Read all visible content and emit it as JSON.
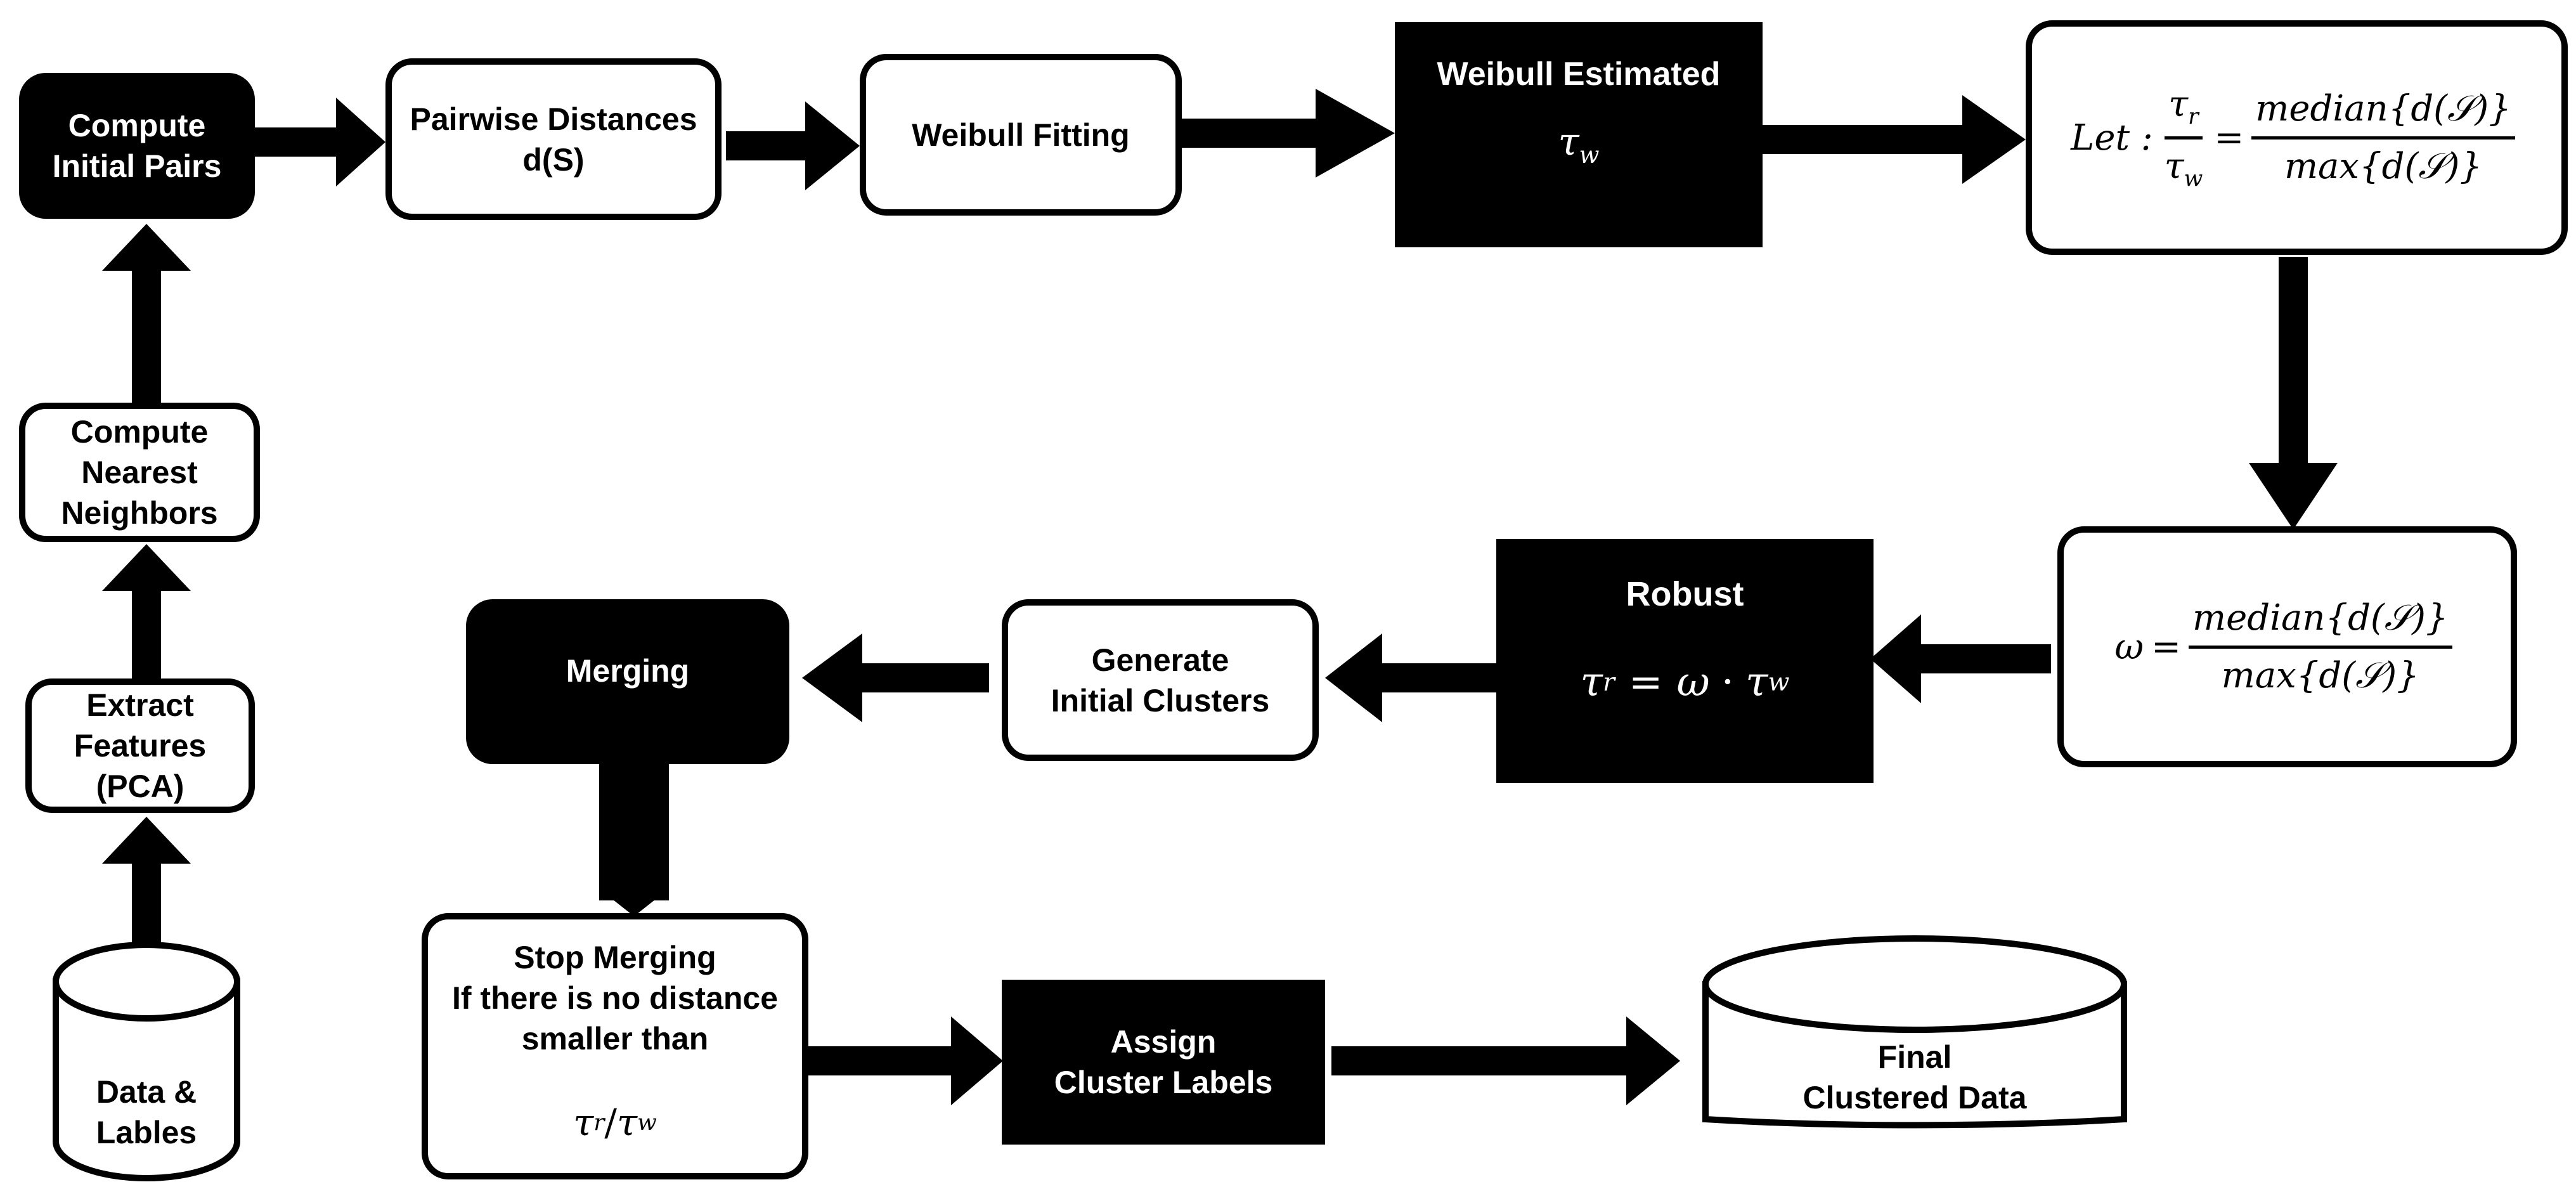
{
  "nodes": {
    "data_lables": "Data &\nLables",
    "extract_features": "Extract\nFeatures\n(PCA)",
    "compute_neighbors": "Compute\nNearest\nNeighbors",
    "compute_pairs": "Compute\nInitial Pairs",
    "pairwise_line1": "Pairwise Distances",
    "pairwise_line2": "d(S)",
    "weibull_fitting": "Weibull Fitting",
    "weibull_estimated": "Weibull Estimated",
    "tau_symbol": "τ",
    "tau_w_sub": "w",
    "tau_r_sub": "r",
    "let_label": "Let :",
    "median_expr": "median{d(𝒮)}",
    "max_expr": "max{d(𝒮)}",
    "equals": "=",
    "omega": "ω",
    "dot": "·",
    "slash": "/",
    "robust": "Robust",
    "generate_clusters": "Generate\nInitial Clusters",
    "merging": "Merging",
    "stop_merging": "Stop Merging\nIf there is no distance\nsmaller than",
    "assign_labels": "Assign\nCluster Labels",
    "final_data": "Final\nClustered Data"
  }
}
